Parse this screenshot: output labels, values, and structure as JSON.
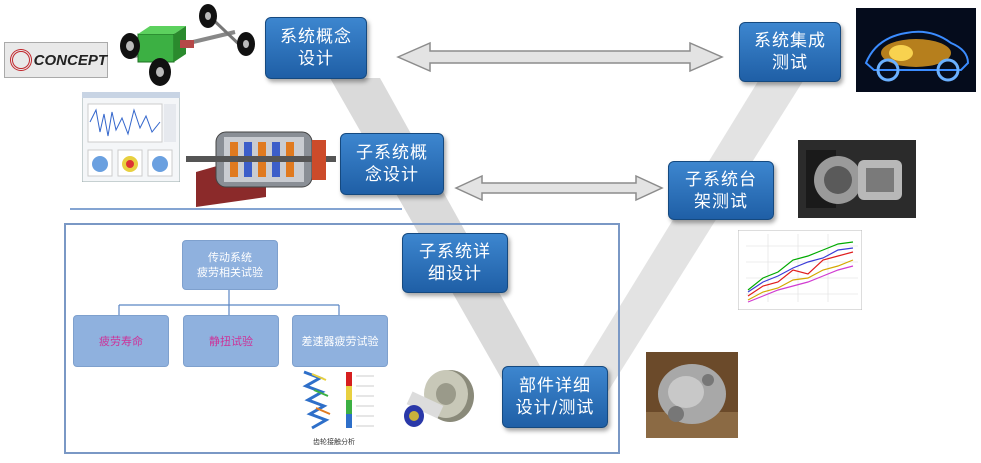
{
  "logo": {
    "text": "CONCEPT"
  },
  "v_boxes": {
    "system_concept": "系统概念\n设计",
    "system_integration": "系统集成\n测试",
    "subsystem_concept": "子系统概\n念设计",
    "subsystem_bench": "子系统台\n架测试",
    "subsystem_detail": "子系统详\n细设计",
    "component_detail": "部件详细\n设计/测试"
  },
  "fatigue_panel": {
    "root": "传动系统\n疲劳相关试验",
    "children": [
      "疲劳寿命",
      "静扭试验",
      "差速器疲劳试验"
    ],
    "gear_caption": "齿轮接触分析"
  },
  "colors": {
    "box_top": "#3d86cf",
    "box_bottom": "#1f5fa6",
    "panel_border": "#7a98c5",
    "light_box": "#8fb1de",
    "child_text_pink": "#cc3399",
    "arrow_fill": "#e3e3e3",
    "v_shape": "#d4d4d4"
  },
  "icons": [
    "concept-logo-icon",
    "double-arrow-icon",
    "chassis-image",
    "car-xray-image",
    "motor-cutaway-image",
    "software-screenshot-image",
    "bench-photo-image",
    "line-plot-image",
    "gear-fea-image",
    "gear-3d-image",
    "gearbox-photo-image"
  ]
}
